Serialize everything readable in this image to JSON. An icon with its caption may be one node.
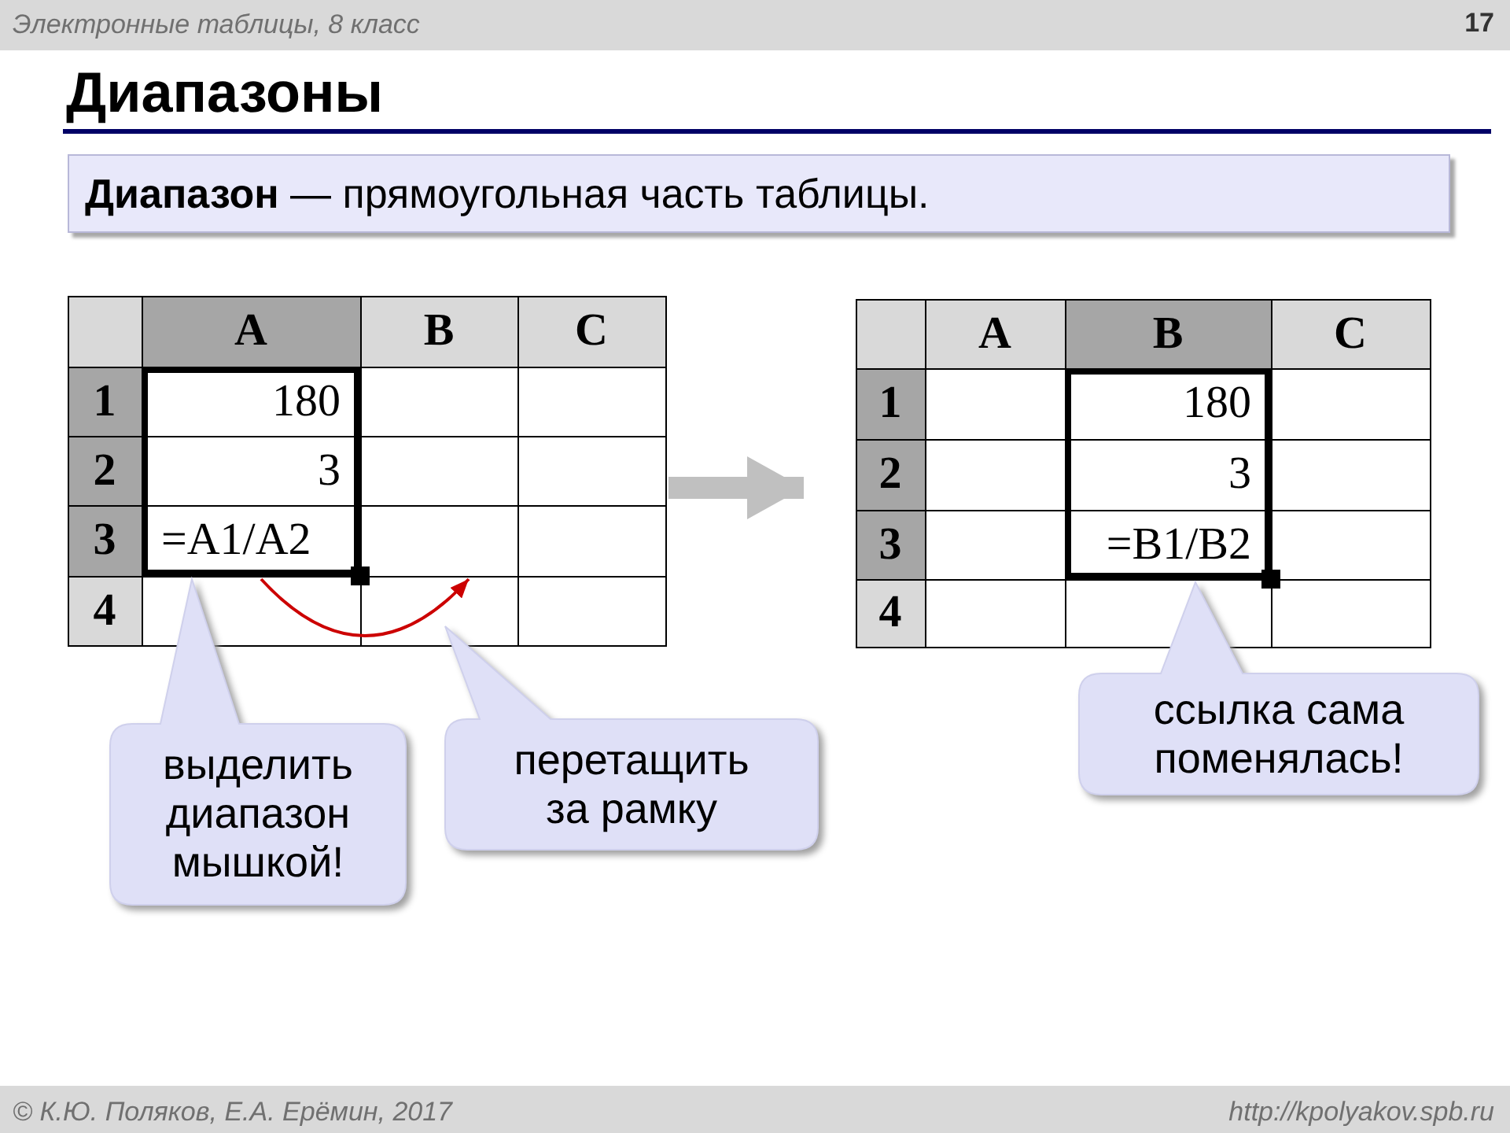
{
  "diagram": {
    "title": "Диапазоны",
    "nodes": [
      {
        "text": [
          "**Диапазон** — прямоугольная часть таблицы."
        ]
      },
      {
        "text": [],
        "shape": "box"
      },
      {
        "text": [],
        "shape": "box",
        "in": 1
      },
      {
        "text": [],
        "shape": "box"
      },
      {
        "text": [],
        "shape": "box",
        "in": 3
      },
      {
        "text": [
          "выделить диапазон мышкой!"
        ]
      },
      {
        "text": [
          "перетащить за рамку"
        ]
      },
      {
        "text": [
          "ссылка сама поменялась!"
        ]
      }
    ],
    "edges": [
      {
        "from": 1,
        "to": 3,
        "arrow": "to",
        "style": "thick",
        "color": "#c0c0c0"
      },
      {
        "from": 2,
        "to": null,
        "arrow": "to",
        "color": "#cc0000"
      }
    ],
    "labels": [
      "Электронные таблицы, 8 класс",
      "17",
      "A",
      "B",
      "C",
      "1",
      "180",
      "2",
      "3",
      "3",
      "=A1/A2",
      "4",
      "A",
      "B",
      "C",
      "1",
      "180",
      "2",
      "3",
      "3",
      "=B1/B2",
      "4",
      "© К.Ю. Поляков, Е.А. Ерёмин, 2017",
      "http://kpolyakov.spb.ru"
    ]
  }
}
